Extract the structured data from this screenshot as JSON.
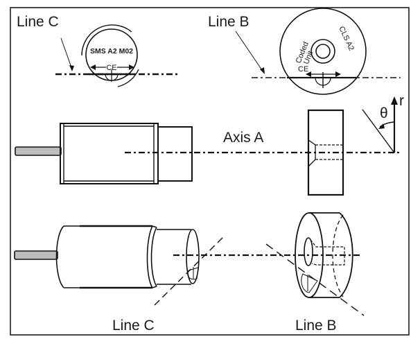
{
  "diagram": {
    "labels": {
      "line_c_top": "Line C",
      "line_b_top": "Line B",
      "axis_a": "Axis  A",
      "line_c_bottom": "Line C",
      "line_b_bottom": "Line B",
      "r_axis": "r",
      "theta": "θ"
    },
    "sensor_face": {
      "model": "SMS A2 M02",
      "mark": "CE"
    },
    "coded_unit_face": {
      "text_left_1": "Coded",
      "text_left_2": "Unit",
      "text_right": "CLS A2",
      "mark": "CE"
    },
    "colors": {
      "line": "#111111",
      "cable": "#bdbdbd",
      "background": "#ffffff"
    }
  }
}
